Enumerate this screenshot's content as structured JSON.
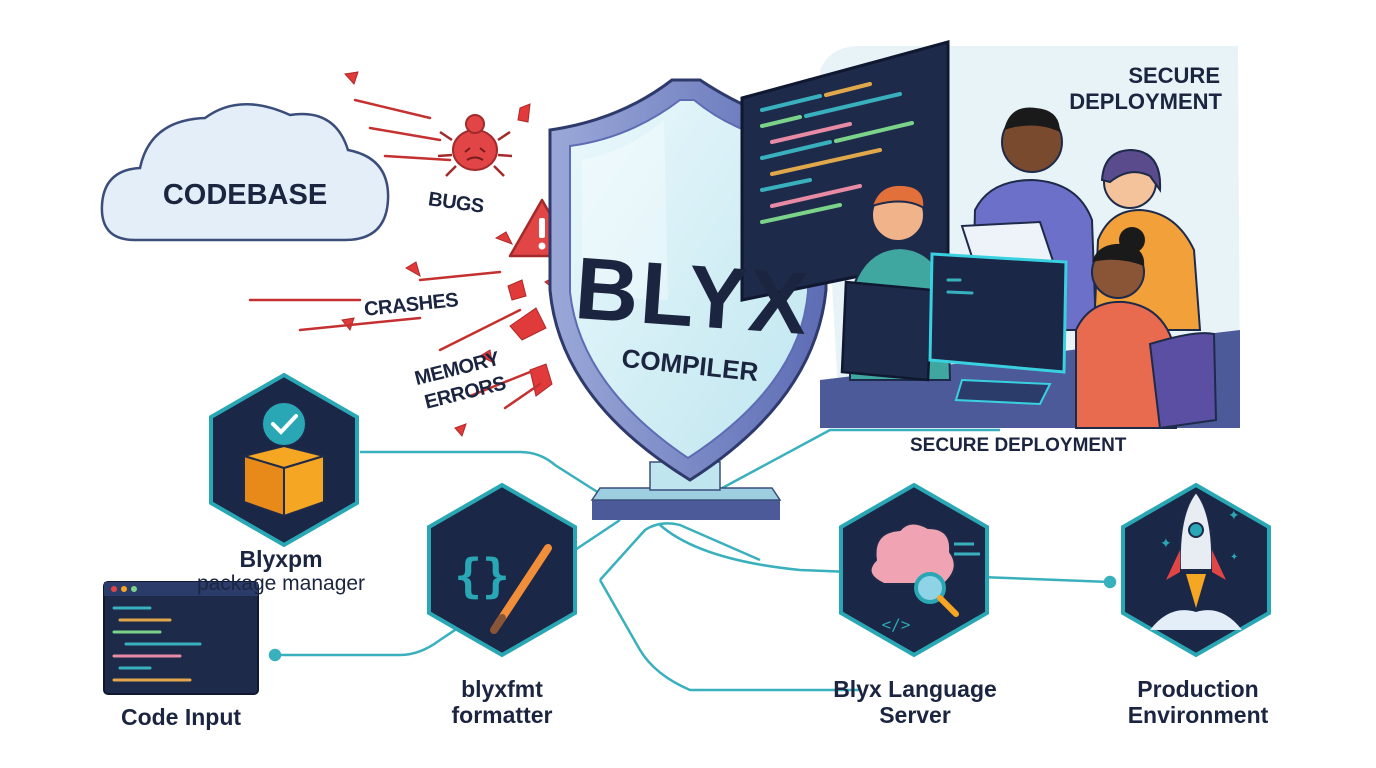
{
  "diagram": {
    "cloud_label": "CODEBASE",
    "threats": [
      "BUGS",
      "CRASHES",
      "MEMORY",
      "ERRORS"
    ],
    "shield": {
      "title": "BLYX",
      "subtitle": "COMPILER"
    },
    "deployment_heading": [
      "SECURE",
      "DEPLOYMENT"
    ],
    "deployment_caption": "SECURE DEPLOYMENT",
    "nodes": {
      "package_manager": {
        "name": "Blyxpm",
        "desc": "package manager",
        "icon": "package-check-icon"
      },
      "code_input": {
        "name": "Code Input",
        "icon": "code-editor-icon"
      },
      "formatter": {
        "name": "blyxfmt",
        "desc": "formatter",
        "icon": "braces-brush-icon"
      },
      "language_server": {
        "name": "Blyx Language",
        "desc": "Server",
        "icon": "brain-magnifier-icon"
      },
      "production": {
        "name": "Production",
        "desc": "Environment",
        "icon": "rocket-icon"
      }
    },
    "colors": {
      "navy": "#1b2540",
      "hex_fill": "#1a2746",
      "teal": "#2aa7b4",
      "threat_red": "#e03a3a",
      "shield_glass": "#d9f0f7",
      "scene_bg": "#e8f3f8"
    }
  }
}
